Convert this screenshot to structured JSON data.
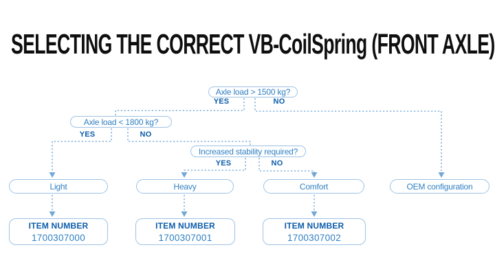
{
  "title": "SELECTING THE CORRECT VB-CoilSpring (FRONT AXLE)",
  "colors": {
    "title_text": "#0e0e0e",
    "box_border": "#9dc2e4",
    "box_text": "#2e7fc2",
    "strong_blue": "#0b5ca9",
    "dashed_line": "#85b3db",
    "arrowhead": "#73a7d6",
    "background": "#ffffff"
  },
  "flowchart": {
    "decisions": [
      {
        "question": "Axle load > 1500 kg?",
        "yes_label": "YES",
        "no_label": "NO"
      },
      {
        "question": "Axle load < 1800 kg?",
        "yes_label": "YES",
        "no_label": "NO"
      },
      {
        "question": "Increased stability required?",
        "yes_label": "YES",
        "no_label": "NO"
      }
    ],
    "options": [
      {
        "label": "Light"
      },
      {
        "label": "Heavy"
      },
      {
        "label": "Comfort"
      },
      {
        "label": "OEM configuration"
      }
    ],
    "items": [
      {
        "heading": "ITEM NUMBER",
        "number": "1700307000"
      },
      {
        "heading": "ITEM NUMBER",
        "number": "1700307001"
      },
      {
        "heading": "ITEM NUMBER",
        "number": "1700307002"
      }
    ]
  }
}
